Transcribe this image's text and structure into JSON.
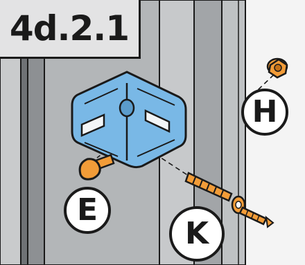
{
  "step": {
    "number": "4d.2.1"
  },
  "callouts": {
    "e": "E",
    "k": "K",
    "h": "H"
  },
  "colors": {
    "bracket": "#79b8e6",
    "fastener": "#f29c38",
    "frame": "#a9acae",
    "outline": "#1a1a1a"
  },
  "parts": [
    "angle-bracket",
    "carriage-bolt",
    "wall-plug",
    "washer",
    "screw",
    "flange-nut"
  ]
}
